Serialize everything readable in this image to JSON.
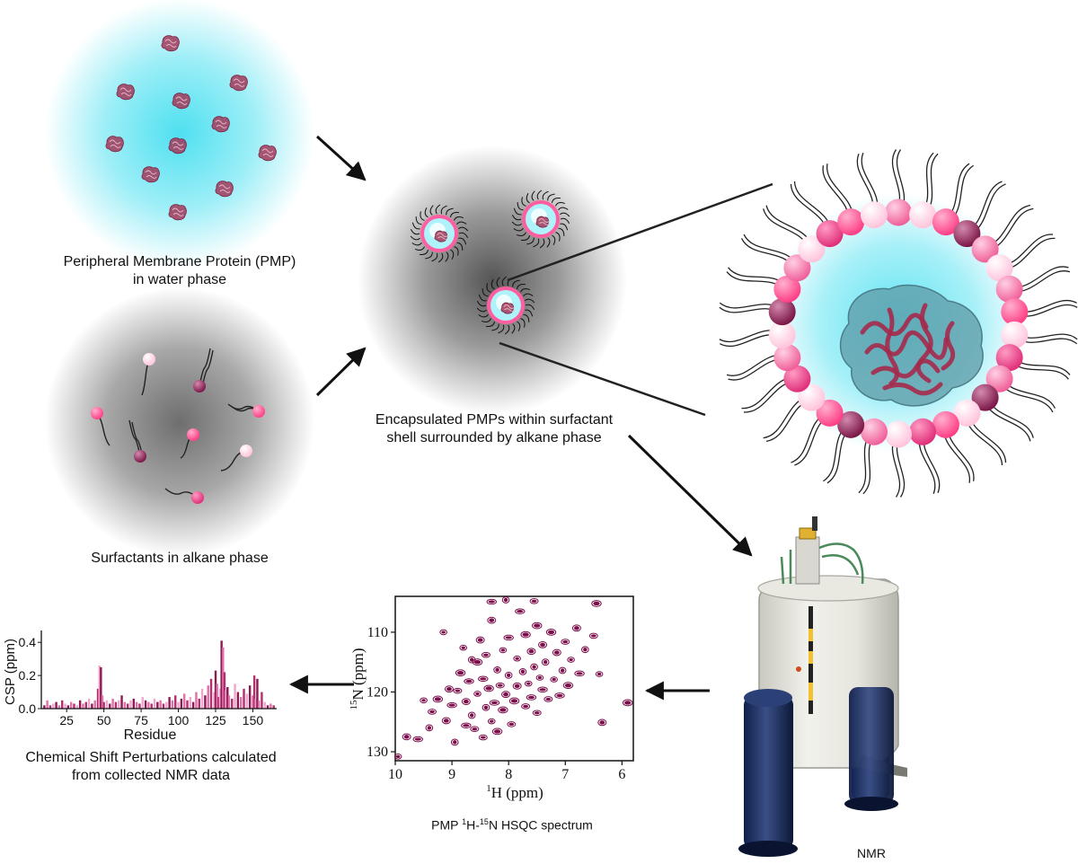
{
  "labels": {
    "pmp_line1": "Peripheral Membrane Protein (PMP)",
    "pmp_line2": "in water phase",
    "surf": "Surfactants in alkane phase",
    "encap_line1": "Encapsulated PMPs within surfactant",
    "encap_line2": "shell surrounded by alkane phase",
    "nmr": "NMR",
    "hsqc_pre": "PMP ",
    "hsqc_sup1": "1",
    "hsqc_mid": "H-",
    "hsqc_sup2": "15",
    "hsqc_post": "N HSQC spectrum",
    "csp_line1": "Chemical Shift Perturbations calculated",
    "csp_line2": "from collected NMR data"
  },
  "colors": {
    "water": "#4fe0f0",
    "protein": "#a13a5a",
    "spectrum": "#7a0d4a",
    "bead_palette": [
      "#f0609a",
      "#ffc4dc",
      "#ff3f86",
      "#7b1747",
      "#e0307a"
    ]
  },
  "chart_data": [
    {
      "type": "scatter",
      "subtype": "2D NMR contour spectrum",
      "xlabel_pre": "1",
      "xlabel_post": "H (ppm)",
      "ylabel_pre": "15",
      "ylabel_post": "N (ppm)",
      "xlim": [
        10,
        5.8
      ],
      "ylim": [
        104,
        131.5
      ],
      "xticks": [
        10,
        9,
        8,
        7,
        6
      ],
      "yticks": [
        110,
        120,
        130
      ],
      "peaks": [
        [
          9.95,
          130.8
        ],
        [
          9.8,
          127.5
        ],
        [
          9.6,
          127.9
        ],
        [
          9.4,
          126.0
        ],
        [
          9.35,
          123.3
        ],
        [
          9.25,
          121.2
        ],
        [
          9.15,
          110.0
        ],
        [
          9.1,
          124.8
        ],
        [
          9.0,
          122.2
        ],
        [
          8.95,
          128.4
        ],
        [
          8.9,
          119.8
        ],
        [
          8.85,
          116.8
        ],
        [
          8.8,
          112.6
        ],
        [
          8.75,
          121.6
        ],
        [
          8.7,
          118.2
        ],
        [
          8.65,
          123.9
        ],
        [
          8.6,
          126.2
        ],
        [
          8.55,
          115.0
        ],
        [
          8.55,
          120.3
        ],
        [
          8.5,
          111.3
        ],
        [
          8.45,
          117.8
        ],
        [
          8.4,
          122.6
        ],
        [
          8.4,
          113.8
        ],
        [
          8.35,
          119.4
        ],
        [
          8.3,
          124.9
        ],
        [
          8.3,
          108.0
        ],
        [
          8.25,
          121.8
        ],
        [
          8.2,
          116.3
        ],
        [
          8.15,
          118.9
        ],
        [
          8.1,
          123.0
        ],
        [
          8.1,
          113.0
        ],
        [
          8.05,
          120.4
        ],
        [
          8.0,
          110.9
        ],
        [
          8.0,
          117.2
        ],
        [
          7.95,
          125.4
        ],
        [
          7.9,
          121.5
        ],
        [
          7.85,
          114.4
        ],
        [
          7.85,
          119.0
        ],
        [
          7.8,
          106.5
        ],
        [
          7.75,
          116.6
        ],
        [
          7.7,
          122.4
        ],
        [
          7.7,
          110.4
        ],
        [
          7.65,
          118.6
        ],
        [
          7.6,
          113.2
        ],
        [
          7.6,
          120.9
        ],
        [
          7.55,
          115.8
        ],
        [
          7.5,
          123.5
        ],
        [
          7.5,
          108.9
        ],
        [
          7.45,
          117.6
        ],
        [
          7.4,
          112.1
        ],
        [
          7.4,
          119.6
        ],
        [
          7.35,
          115.0
        ],
        [
          7.3,
          121.2
        ],
        [
          7.25,
          110.0
        ],
        [
          7.2,
          117.9
        ],
        [
          7.15,
          113.4
        ],
        [
          7.1,
          120.6
        ],
        [
          7.05,
          116.4
        ],
        [
          7.0,
          111.6
        ],
        [
          6.95,
          118.9
        ],
        [
          6.9,
          114.6
        ],
        [
          6.8,
          109.3
        ],
        [
          6.75,
          116.9
        ],
        [
          6.65,
          112.9
        ],
        [
          6.5,
          110.6
        ],
        [
          6.45,
          105.2
        ],
        [
          6.4,
          117.0
        ],
        [
          6.35,
          125.1
        ],
        [
          8.3,
          104.9
        ],
        [
          8.05,
          104.6
        ],
        [
          7.55,
          104.8
        ],
        [
          5.9,
          121.8
        ],
        [
          9.5,
          121.4
        ],
        [
          9.05,
          119.5
        ],
        [
          8.75,
          125.6
        ],
        [
          8.65,
          114.6
        ],
        [
          8.45,
          127.6
        ],
        [
          8.2,
          126.6
        ]
      ]
    },
    {
      "type": "bar",
      "xlabel": "Residue",
      "ylabel": "CSP (ppm)",
      "xlim": [
        8,
        166
      ],
      "ylim": [
        0,
        0.45
      ],
      "xticks": [
        25,
        50,
        75,
        100,
        125,
        150
      ],
      "yticks": [
        0.0,
        0.2,
        0.4
      ],
      "ytick_labels": [
        "0.0",
        "0.2",
        "0.4"
      ],
      "residues": [
        10,
        12,
        14,
        16,
        18,
        20,
        22,
        24,
        26,
        28,
        30,
        32,
        34,
        36,
        38,
        40,
        42,
        44,
        46,
        47,
        48,
        49,
        50,
        52,
        54,
        56,
        58,
        60,
        62,
        64,
        66,
        68,
        70,
        72,
        74,
        76,
        78,
        80,
        82,
        84,
        86,
        88,
        90,
        92,
        94,
        96,
        98,
        100,
        102,
        104,
        106,
        108,
        110,
        112,
        114,
        116,
        118,
        120,
        122,
        124,
        125,
        126,
        127,
        128,
        129,
        130,
        131,
        132,
        133,
        134,
        136,
        138,
        140,
        142,
        144,
        146,
        148,
        150,
        151,
        152,
        153,
        154,
        156,
        158,
        160,
        162,
        164
      ],
      "values": [
        0.02,
        0.05,
        0.02,
        0.03,
        0.04,
        0.02,
        0.05,
        0.03,
        0.02,
        0.04,
        0.03,
        0.02,
        0.05,
        0.03,
        0.04,
        0.06,
        0.03,
        0.05,
        0.12,
        0.26,
        0.25,
        0.08,
        0.04,
        0.05,
        0.03,
        0.06,
        0.04,
        0.05,
        0.08,
        0.04,
        0.03,
        0.05,
        0.06,
        0.04,
        0.03,
        0.07,
        0.05,
        0.04,
        0.03,
        0.06,
        0.04,
        0.05,
        0.03,
        0.04,
        0.07,
        0.05,
        0.08,
        0.04,
        0.06,
        0.09,
        0.05,
        0.07,
        0.04,
        0.1,
        0.06,
        0.12,
        0.08,
        0.14,
        0.18,
        0.1,
        0.23,
        0.15,
        0.07,
        0.12,
        0.41,
        0.37,
        0.22,
        0.11,
        0.13,
        0.08,
        0.06,
        0.15,
        0.1,
        0.07,
        0.12,
        0.09,
        0.14,
        0.08,
        0.2,
        0.06,
        0.18,
        0.05,
        0.1,
        0.04,
        0.02,
        0.03,
        0.02
      ]
    }
  ]
}
